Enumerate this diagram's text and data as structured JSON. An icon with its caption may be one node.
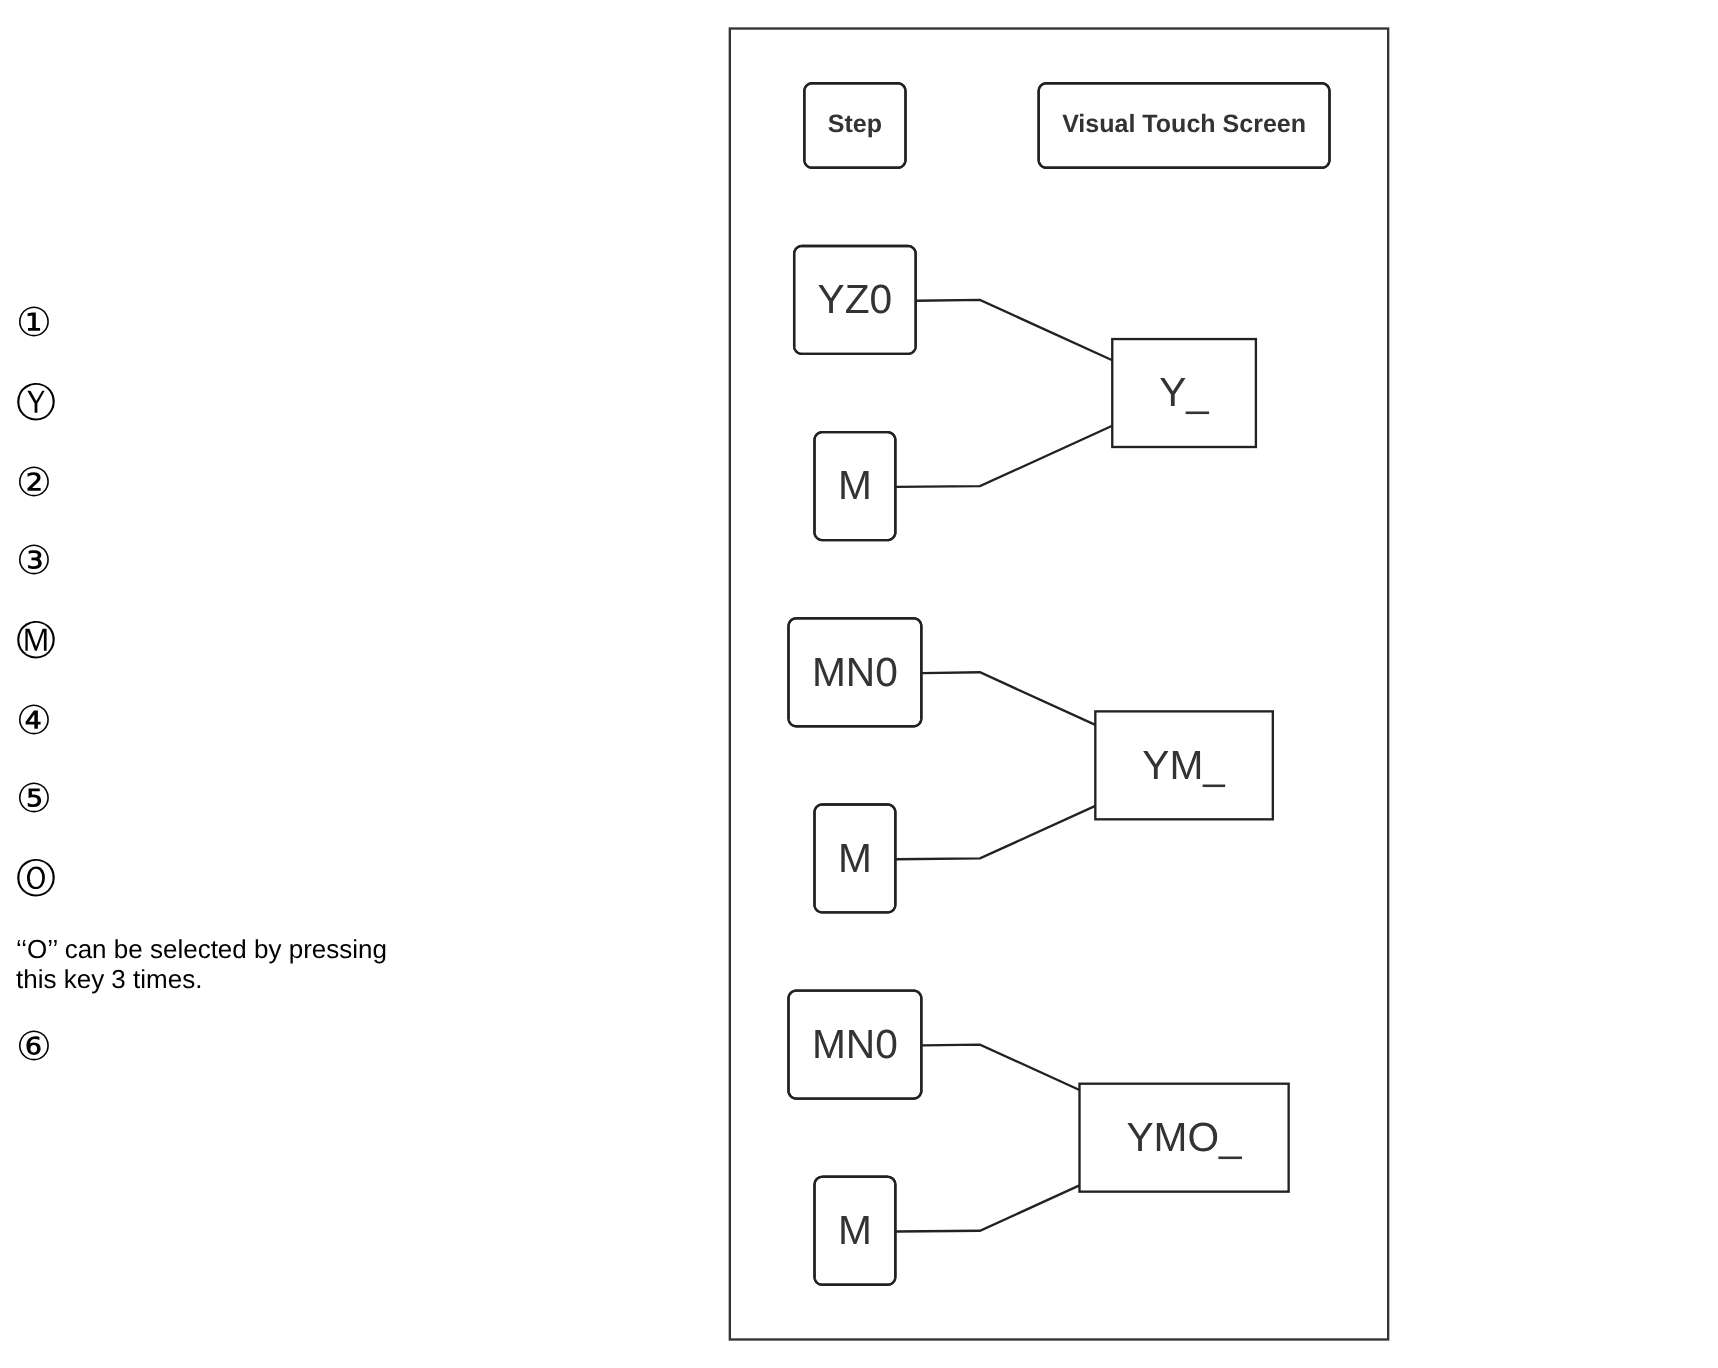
{
  "diagram": {
    "nodes": [
      {
        "text": [],
        "shape": "box"
      },
      {
        "text": [
          "Step"
        ],
        "in": 0
      },
      {
        "text": [
          "Visual Touch Screen"
        ],
        "in": 0
      },
      {
        "text": [
          "YZ0"
        ],
        "in": 0
      },
      {
        "text": [
          "M"
        ],
        "in": 0
      },
      {
        "text": [
          "Y_"
        ],
        "in": 0
      },
      {
        "text": [
          "MN0"
        ],
        "in": 0
      },
      {
        "text": [
          "M"
        ],
        "in": 0
      },
      {
        "text": [
          "YM_"
        ],
        "in": 0
      },
      {
        "text": [
          "MN0"
        ],
        "in": 0
      },
      {
        "text": [
          "M"
        ],
        "in": 0
      },
      {
        "text": [
          "YMO_"
        ],
        "in": 0
      }
    ],
    "edges": [
      {
        "from": 3,
        "to": 5,
        "arrow": "none"
      },
      {
        "from": 4,
        "to": 5,
        "arrow": "none"
      },
      {
        "from": 6,
        "to": 8,
        "arrow": "none"
      },
      {
        "from": 7,
        "to": 8,
        "arrow": "none"
      },
      {
        "from": 9,
        "to": 11,
        "arrow": "none"
      },
      {
        "from": 10,
        "to": 11,
        "arrow": "none"
      }
    ],
    "labels": [
      "①",
      "Ⓨ",
      "②",
      "③",
      "Ⓜ",
      "④",
      "⑤",
      "Ⓞ",
      "‘‘O’’ can be selected by pressing this key 3 times.",
      "⑥"
    ]
  }
}
